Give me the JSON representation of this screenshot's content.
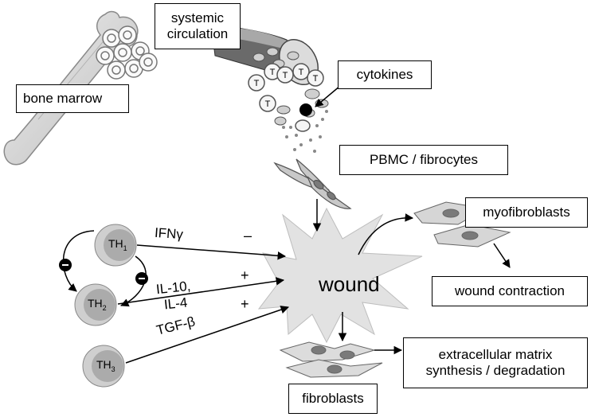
{
  "labels": {
    "systemic_circulation": [
      "systemic",
      "circulation"
    ],
    "bone_marrow": "bone marrow",
    "cytokines": "cytokines",
    "pbmc": "PBMC / fibrocytes",
    "myofibroblasts": "myofibroblasts",
    "wound_contraction": "wound contraction",
    "ecm": [
      "extracellular matrix",
      "synthesis / degradation"
    ],
    "fibroblasts": "fibroblasts",
    "wound": "wound"
  },
  "t_cells": {
    "th1": {
      "main": "TH",
      "sub": "1"
    },
    "th2": {
      "main": "TH",
      "sub": "2"
    },
    "th3": {
      "main": "TH",
      "sub": "3"
    },
    "t_marker": "T"
  },
  "signals": {
    "ifn": "IFNγ",
    "ifn_sign": "–",
    "il10": "IL-10,",
    "il4": "IL-4",
    "il_sign": "+",
    "tgf": "TGF-β",
    "tgf_sign": "+",
    "inhibit": "–"
  },
  "colors": {
    "cell_fill": "#cfcfcf",
    "cell_ring": "#8a8a8a",
    "bone": "#d8d8d8",
    "vessel_dark": "#5a5a5a",
    "wound": "#e2e2e2"
  }
}
